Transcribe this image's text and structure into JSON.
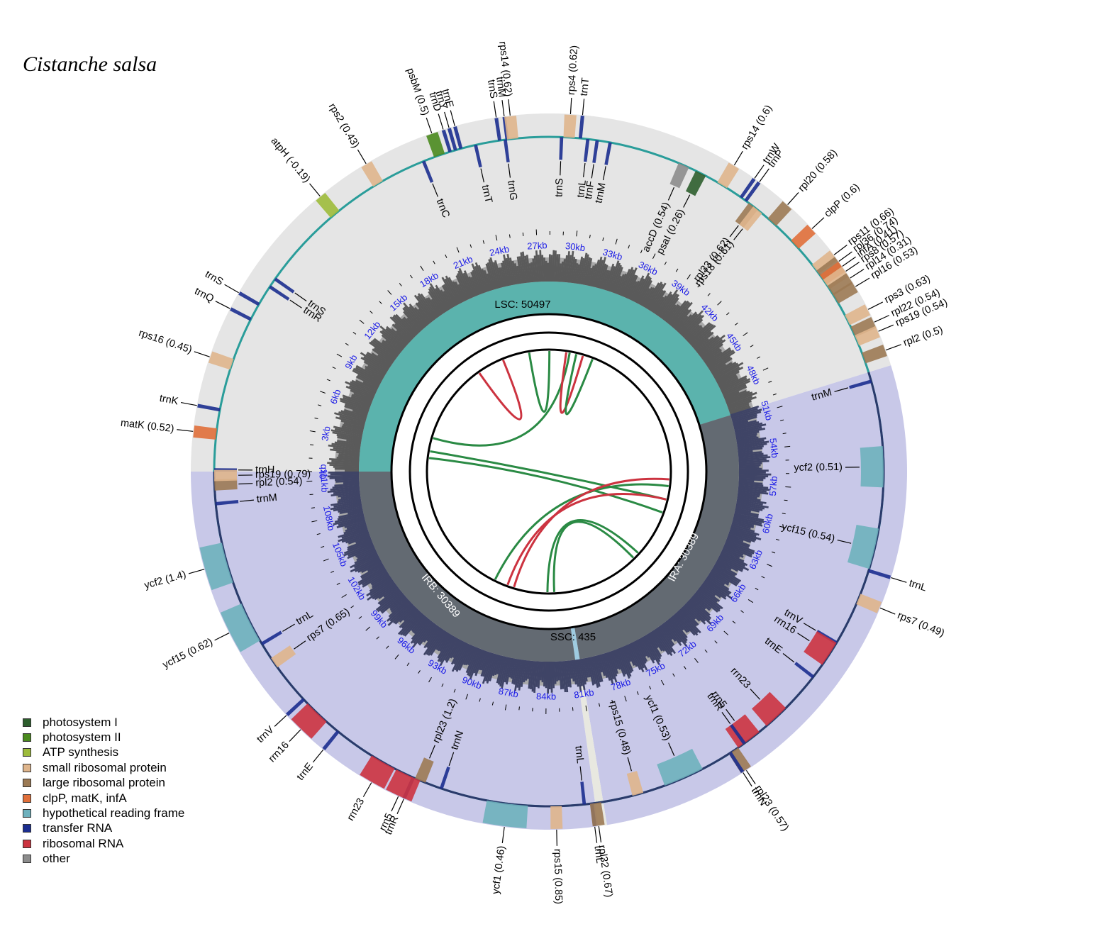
{
  "title": "Cistanche salsa",
  "regions": [
    {
      "label": "LSC: 50497",
      "start": 0,
      "end": 50497,
      "color": "#5bb3ad",
      "outer": "#e5e5e5"
    },
    {
      "label": "IRA: 30389",
      "start": 50497,
      "end": 80886,
      "color": "#636a72",
      "outer": "#c8c8e8"
    },
    {
      "label": "SSC: 435",
      "start": 80886,
      "end": 81321,
      "color": "#9fcbe0",
      "outer": "#e8e8e0"
    },
    {
      "label": "IRB: 30389",
      "start": 81321,
      "end": 111710,
      "color": "#636a72",
      "outer": "#c8c8e8"
    }
  ],
  "genome_length": 111710,
  "ticks": [
    "0kb",
    "3kb",
    "6kb",
    "9kb",
    "12kb",
    "15kb",
    "18kb",
    "21kb",
    "24kb",
    "27kb",
    "30kb",
    "33kb",
    "36kb",
    "39kb",
    "42kb",
    "45kb",
    "48kb",
    "51kb",
    "54kb",
    "57kb",
    "60kb",
    "63kb",
    "66kb",
    "69kb",
    "72kb",
    "75kb",
    "78kb",
    "81kb",
    "84kb",
    "87kb",
    "90kb",
    "93kb",
    "96kb",
    "99kb",
    "102kb",
    "105kb",
    "108kb",
    "111kb"
  ],
  "legend": [
    {
      "label": "photosystem I",
      "color": "#2d5e2d"
    },
    {
      "label": "photosystem II",
      "color": "#4a8a1e"
    },
    {
      "label": "ATP synthesis",
      "color": "#9dbb3b"
    },
    {
      "label": "small ribosomal protein",
      "color": "#dfb58c"
    },
    {
      "label": "large ribosomal protein",
      "color": "#9c7a54"
    },
    {
      "label": "clpP, matK, infA",
      "color": "#e06f3a"
    },
    {
      "label": "hypothetical reading frame",
      "color": "#6eb1bd"
    },
    {
      "label": "transfer RNA",
      "color": "#1b2d8f"
    },
    {
      "label": "ribosomal RNA",
      "color": "#cc3340"
    },
    {
      "label": "other",
      "color": "#8c8c8c"
    }
  ],
  "genes": [
    {
      "label": "trnH",
      "pos": 90,
      "cat": 7,
      "side": "in"
    },
    {
      "label": "matK (0.52)",
      "pos": 2000,
      "cat": 5,
      "side": "out"
    },
    {
      "label": "trnK",
      "pos": 3300,
      "cat": 7,
      "side": "out"
    },
    {
      "label": "rps16 (0.45)",
      "pos": 5800,
      "cat": 3,
      "side": "out"
    },
    {
      "label": "trnQ",
      "pos": 8400,
      "cat": 7,
      "side": "out"
    },
    {
      "label": "trnS",
      "pos": 9300,
      "cat": 7,
      "side": "out"
    },
    {
      "label": "trnR",
      "pos": 10400,
      "cat": 7,
      "side": "in"
    },
    {
      "label": "trnS",
      "pos": 10900,
      "cat": 7,
      "side": "in"
    },
    {
      "label": "atpH (-0.19)",
      "pos": 15600,
      "cat": 2,
      "side": "out"
    },
    {
      "label": "rps2 (0.43)",
      "pos": 18400,
      "cat": 3,
      "side": "out"
    },
    {
      "label": "trnC",
      "pos": 21100,
      "cat": 7,
      "side": "in"
    },
    {
      "label": "psbM (0.5)",
      "pos": 22000,
      "cat": 1,
      "side": "out"
    },
    {
      "label": "trnD",
      "pos": 22600,
      "cat": 7,
      "side": "out"
    },
    {
      "label": "trnY",
      "pos": 22900,
      "cat": 7,
      "side": "out"
    },
    {
      "label": "trnE",
      "pos": 23200,
      "cat": 7,
      "side": "out"
    },
    {
      "label": "trnT",
      "pos": 24000,
      "cat": 7,
      "side": "in"
    },
    {
      "label": "trnS",
      "pos": 25300,
      "cat": 7,
      "side": "out"
    },
    {
      "label": "trnM",
      "pos": 25700,
      "cat": 7,
      "side": "out"
    },
    {
      "label": "rps14 (0.62)",
      "pos": 26000,
      "cat": 3,
      "side": "out"
    },
    {
      "label": "trnG",
      "pos": 25600,
      "cat": 7,
      "side": "in"
    },
    {
      "label": "trnS",
      "pos": 28600,
      "cat": 7,
      "side": "in"
    },
    {
      "label": "rps4 (0.62)",
      "pos": 29000,
      "cat": 3,
      "side": "out"
    },
    {
      "label": "trnT",
      "pos": 29600,
      "cat": 7,
      "side": "out"
    },
    {
      "label": "trnL",
      "pos": 30000,
      "cat": 7,
      "side": "in"
    },
    {
      "label": "trnF",
      "pos": 30500,
      "cat": 7,
      "side": "in"
    },
    {
      "label": "trnM",
      "pos": 31200,
      "cat": 7,
      "side": "in"
    },
    {
      "label": "accD (0.54)",
      "pos": 35300,
      "cat": 9,
      "side": "in"
    },
    {
      "label": "psaI (0.26)",
      "pos": 36300,
      "cat": 0,
      "side": "in"
    },
    {
      "label": "rps14 (0.6)",
      "pos": 37600,
      "cat": 3,
      "side": "out"
    },
    {
      "label": "trnW",
      "pos": 38800,
      "cat": 7,
      "side": "out"
    },
    {
      "label": "trnP",
      "pos": 39100,
      "cat": 7,
      "side": "out"
    },
    {
      "label": "rpl33 (0.62)",
      "pos": 39600,
      "cat": 4,
      "side": "in"
    },
    {
      "label": "rps18 (0.61)",
      "pos": 39900,
      "cat": 3,
      "side": "in"
    },
    {
      "label": "rpl20 (0.58)",
      "pos": 40900,
      "cat": 4,
      "side": "out"
    },
    {
      "label": "clpP (0.6)",
      "pos": 42600,
      "cat": 5,
      "side": "out"
    },
    {
      "label": "rps11 (0.66)",
      "pos": 44300,
      "cat": 3,
      "side": "out"
    },
    {
      "label": "rpl36 (0.74)",
      "pos": 44700,
      "cat": 4,
      "side": "out"
    },
    {
      "label": "infA (0.41)",
      "pos": 45000,
      "cat": 5,
      "side": "out"
    },
    {
      "label": "rps8 (0.57)",
      "pos": 45300,
      "cat": 3,
      "side": "out"
    },
    {
      "label": "rpl14 (0.31)",
      "pos": 45700,
      "cat": 4,
      "side": "out"
    },
    {
      "label": "rpl16 (0.53)",
      "pos": 46200,
      "cat": 4,
      "side": "out"
    },
    {
      "label": "rps3 (0.63)",
      "pos": 47500,
      "cat": 3,
      "side": "out"
    },
    {
      "label": "rpl22 (0.54)",
      "pos": 48200,
      "cat": 4,
      "side": "out"
    },
    {
      "label": "rps19 (0.54)",
      "pos": 48700,
      "cat": 3,
      "side": "out"
    },
    {
      "label": "rpl2 (0.5)",
      "pos": 49700,
      "cat": 4,
      "side": "out"
    },
    {
      "label": "trnM",
      "pos": 51000,
      "cat": 7,
      "side": "in"
    },
    {
      "label": "ycf2 (0.51)",
      "pos": 55600,
      "cat": 6,
      "side": "in"
    },
    {
      "label": "ycf15 (0.54)",
      "pos": 60000,
      "cat": 6,
      "side": "in"
    },
    {
      "label": "trnL",
      "pos": 61200,
      "cat": 7,
      "side": "out"
    },
    {
      "label": "rps7 (0.49)",
      "pos": 62800,
      "cat": 3,
      "side": "out"
    },
    {
      "label": "trnV",
      "pos": 65400,
      "cat": 7,
      "side": "in"
    },
    {
      "label": "rrn16",
      "pos": 66100,
      "cat": 8,
      "side": "in"
    },
    {
      "label": "trnE",
      "pos": 67600,
      "cat": 7,
      "side": "in"
    },
    {
      "label": "rrn23",
      "pos": 70500,
      "cat": 8,
      "side": "in"
    },
    {
      "label": "rrn5",
      "pos": 72400,
      "cat": 8,
      "side": "in"
    },
    {
      "label": "trnR",
      "pos": 72700,
      "cat": 7,
      "side": "in"
    },
    {
      "label": "rpl23 (0.57)",
      "pos": 73400,
      "cat": 4,
      "side": "out"
    },
    {
      "label": "trnN",
      "pos": 73600,
      "cat": 7,
      "side": "out"
    },
    {
      "label": "ycf1 (0.53)",
      "pos": 76400,
      "cat": 6,
      "side": "in"
    },
    {
      "label": "rps15 (0.48)",
      "pos": 79000,
      "cat": 3,
      "side": "in"
    },
    {
      "label": "trnL",
      "pos": 81500,
      "cat": 7,
      "side": "out"
    },
    {
      "label": "rpl32 (0.67)",
      "pos": 81300,
      "cat": 4,
      "side": "out"
    },
    {
      "label": "trnL",
      "pos": 81900,
      "cat": 7,
      "side": "in"
    },
    {
      "label": "rps15 (0.85)",
      "pos": 83400,
      "cat": 3,
      "side": "out"
    },
    {
      "label": "ycf1 (0.46)",
      "pos": 86000,
      "cat": 6,
      "side": "out"
    },
    {
      "label": "trnN",
      "pos": 89600,
      "cat": 7,
      "side": "in"
    },
    {
      "label": "rpl23 (1.2)",
      "pos": 90800,
      "cat": 4,
      "side": "in"
    },
    {
      "label": "trnR",
      "pos": 91200,
      "cat": 7,
      "side": "out"
    },
    {
      "label": "rrn5",
      "pos": 91500,
      "cat": 8,
      "side": "out"
    },
    {
      "label": "rrn23",
      "pos": 93000,
      "cat": 8,
      "side": "out"
    },
    {
      "label": "trnE",
      "pos": 95900,
      "cat": 7,
      "side": "out"
    },
    {
      "label": "rrn16",
      "pos": 97400,
      "cat": 8,
      "side": "out"
    },
    {
      "label": "trnV",
      "pos": 98400,
      "cat": 7,
      "side": "out"
    },
    {
      "label": "rps7 (0.65)",
      "pos": 100900,
      "cat": 3,
      "side": "in"
    },
    {
      "label": "trnL",
      "pos": 102100,
      "cat": 7,
      "side": "in"
    },
    {
      "label": "ycf15 (0.62)",
      "pos": 103400,
      "cat": 6,
      "side": "out"
    },
    {
      "label": "ycf2 (1.4)",
      "pos": 106800,
      "cat": 6,
      "side": "out"
    },
    {
      "label": "trnM",
      "pos": 110000,
      "cat": 7,
      "side": "in"
    },
    {
      "label": "rpl2 (0.54)",
      "pos": 111000,
      "cat": 4,
      "side": "in"
    },
    {
      "label": "rps19 (0.79)",
      "pos": 111500,
      "cat": 3,
      "side": "in"
    }
  ]
}
